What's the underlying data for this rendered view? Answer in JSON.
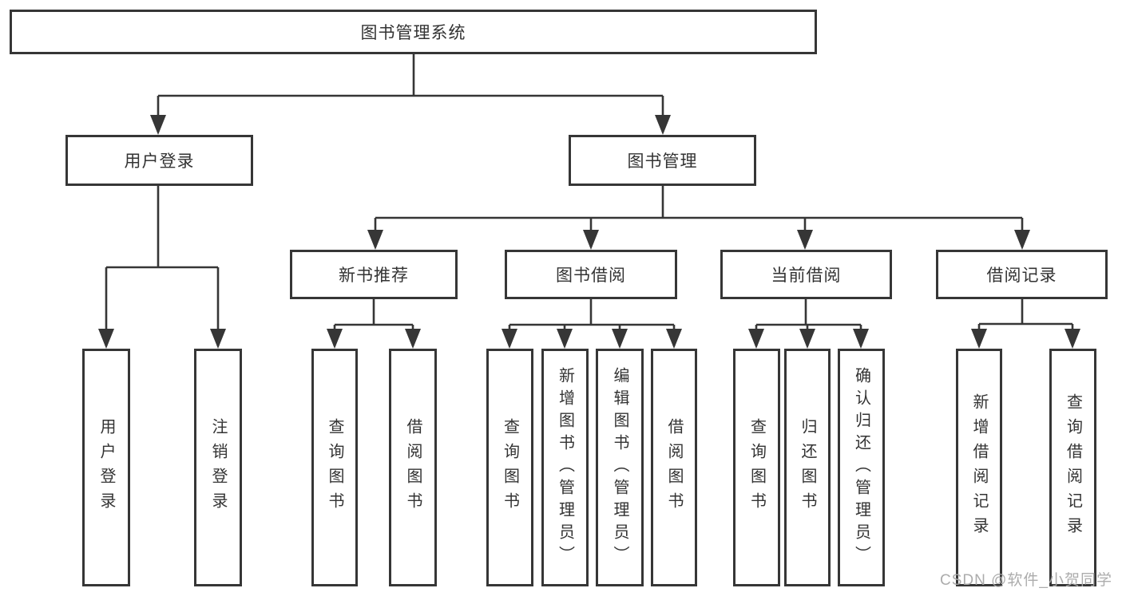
{
  "tree": {
    "root": "图书管理系统",
    "user_login": {
      "label": "用户登录",
      "children": [
        "用户登录",
        "注销登录"
      ]
    },
    "book_management": {
      "label": "图书管理",
      "modules": [
        {
          "label": "新书推荐",
          "children": [
            "查询图书",
            "借阅图书"
          ]
        },
        {
          "label": "图书借阅",
          "children": [
            "查询图书",
            "新增图书（管理员）",
            "编辑图书（管理员）",
            "借阅图书"
          ]
        },
        {
          "label": "当前借阅",
          "children": [
            "查询图书",
            "归还图书",
            "确认归还（管理员）"
          ]
        },
        {
          "label": "借阅记录",
          "children": [
            "新增借阅记录",
            "查询借阅记录"
          ]
        }
      ]
    }
  },
  "watermark": "CSDN @软件_小贺同学",
  "colors": {
    "line": "#363636",
    "box_border": "#363636",
    "text": "#333333",
    "background": "#ffffff",
    "watermark": "#a8a8a8"
  }
}
